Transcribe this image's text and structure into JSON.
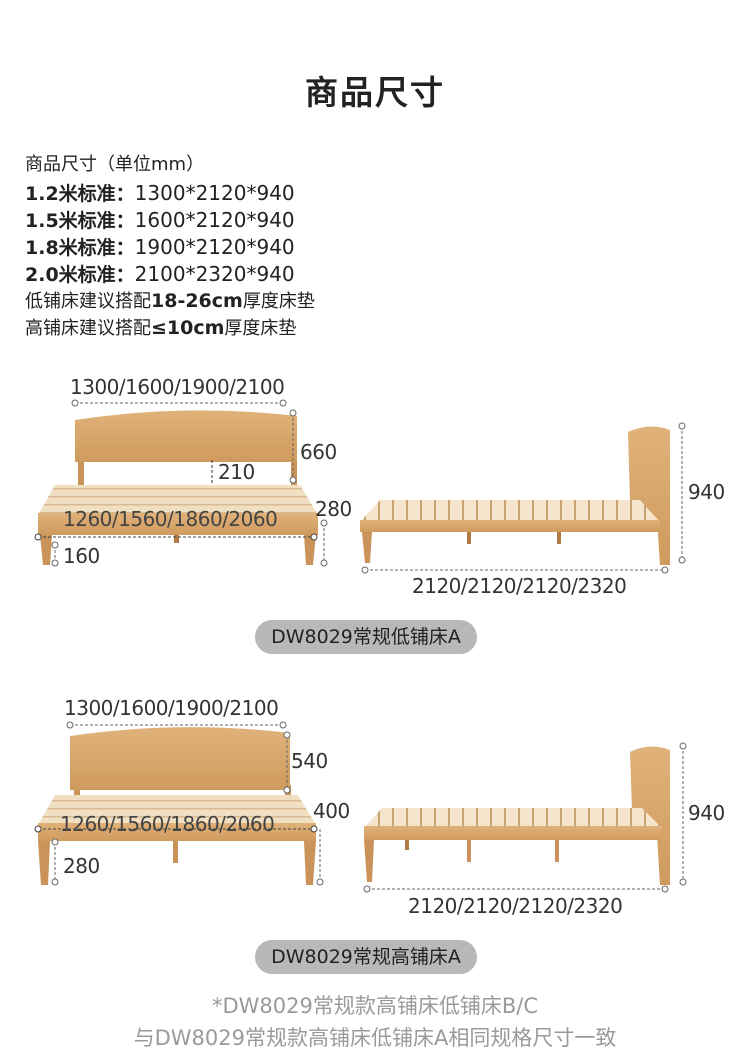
{
  "title": "商品尺寸",
  "specs": {
    "header": "商品尺寸（单位mm）",
    "rows": [
      {
        "label": "1.2米标准：",
        "value": "1300*2120*940"
      },
      {
        "label": "1.5米标准：",
        "value": "1600*2120*940"
      },
      {
        "label": "1.8米标准：",
        "value": "1900*2120*940"
      },
      {
        "label": "2.0米标准：",
        "value": "2100*2320*940"
      }
    ],
    "low_note": {
      "prefix": "低铺床建议搭配",
      "value": "18-26cm",
      "suffix": "厚度床垫"
    },
    "high_note": {
      "prefix": "高铺床建议搭配",
      "value": "≤10cm",
      "suffix": "厚度床垫"
    }
  },
  "low_bed": {
    "width": "1300/1600/1900/2100",
    "headboard_height": "660",
    "headboard_gap": "210",
    "inner_width": "1260/1560/1860/2060",
    "frame_height": "280",
    "clearance": "160",
    "total_height": "940",
    "length": "2120/2120/2120/2320",
    "name": "DW8029常规低铺床A"
  },
  "high_bed": {
    "width": "1300/1600/1900/2100",
    "headboard_height": "540",
    "inner_width": "1260/1560/1860/2060",
    "frame_height": "400",
    "clearance": "280",
    "total_height": "940",
    "length": "2120/2120/2120/2320",
    "name": "DW8029常规高铺床A"
  },
  "footnote": {
    "line1": "*DW8029常规款高铺床低铺床B/C",
    "line2": "与DW8029常规款高铺床低铺床A相同规格尺寸一致"
  }
}
